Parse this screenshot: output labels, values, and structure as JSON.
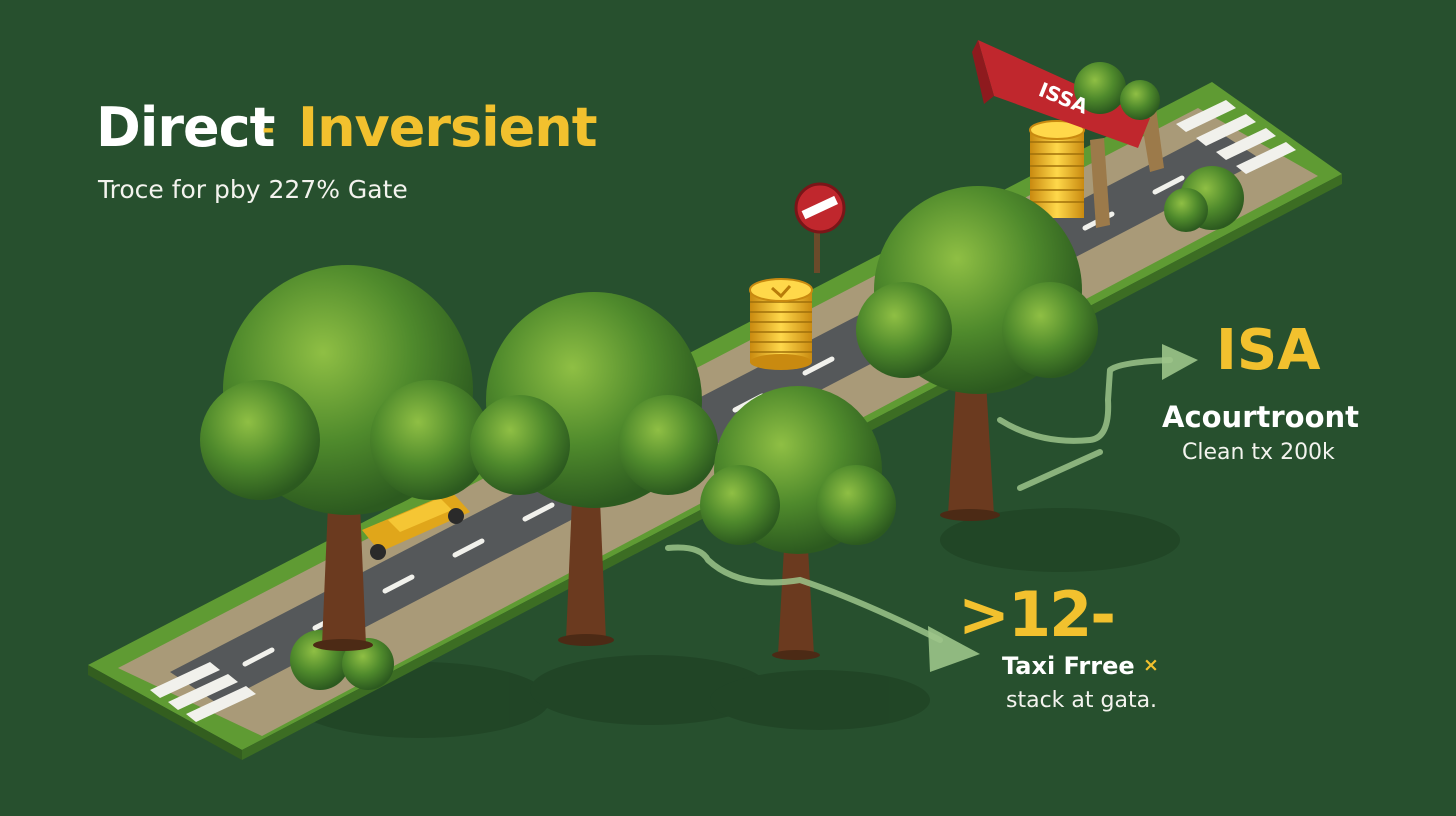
{
  "heading": {
    "word1": "Direct",
    "separator": "-",
    "word2": "Inversient",
    "subtitle": "Troce for pby 227% Gate"
  },
  "banner": {
    "label": "ISSA"
  },
  "callout_isa": {
    "big": "ISA",
    "title": "Acourtroont",
    "detail": "Clean tx 200k"
  },
  "callout_taxi": {
    "big": ">12-",
    "title": "Taxi Frree",
    "mark": "×",
    "detail": "stack at gata."
  },
  "icons": [
    "no-entry-sign-icon",
    "coin-stack-icon",
    "banner-flag-icon",
    "tree-icon",
    "car-icon",
    "arrow-icon"
  ],
  "colors": {
    "background": "#27502e",
    "accent_yellow": "#f2c12e",
    "banner_red": "#c0272d",
    "grass": "#5f9b33",
    "road": "#55585a"
  }
}
